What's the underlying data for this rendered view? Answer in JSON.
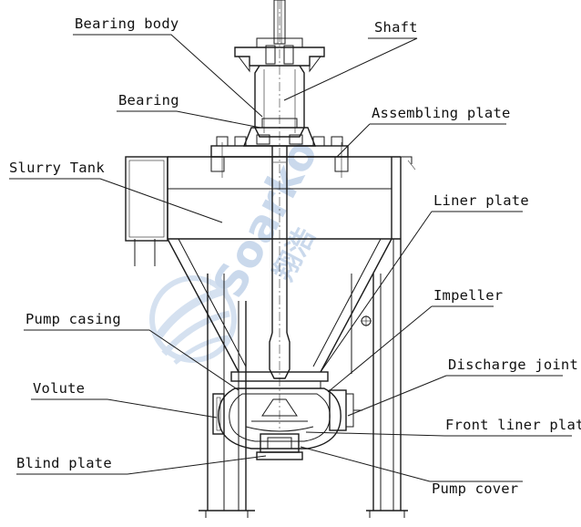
{
  "labels": {
    "bearing_body": "Bearing body",
    "shaft": "Shaft",
    "bearing": "Bearing",
    "assembling_plate": "Assembling plate",
    "slurry_tank": "Slurry Tank",
    "liner_plate": "Liner plate",
    "impeller": "Impeller",
    "pump_casing": "Pump casing",
    "discharge_joint": "Discharge joint",
    "volute": "Volute",
    "front_liner_plate": "Front liner plate",
    "blind_plate": "Blind plate",
    "pump_cover": "Pump cover"
  },
  "watermark": {
    "text": "Soarko",
    "cjk": "翔浩",
    "color": "#b9cde6"
  }
}
